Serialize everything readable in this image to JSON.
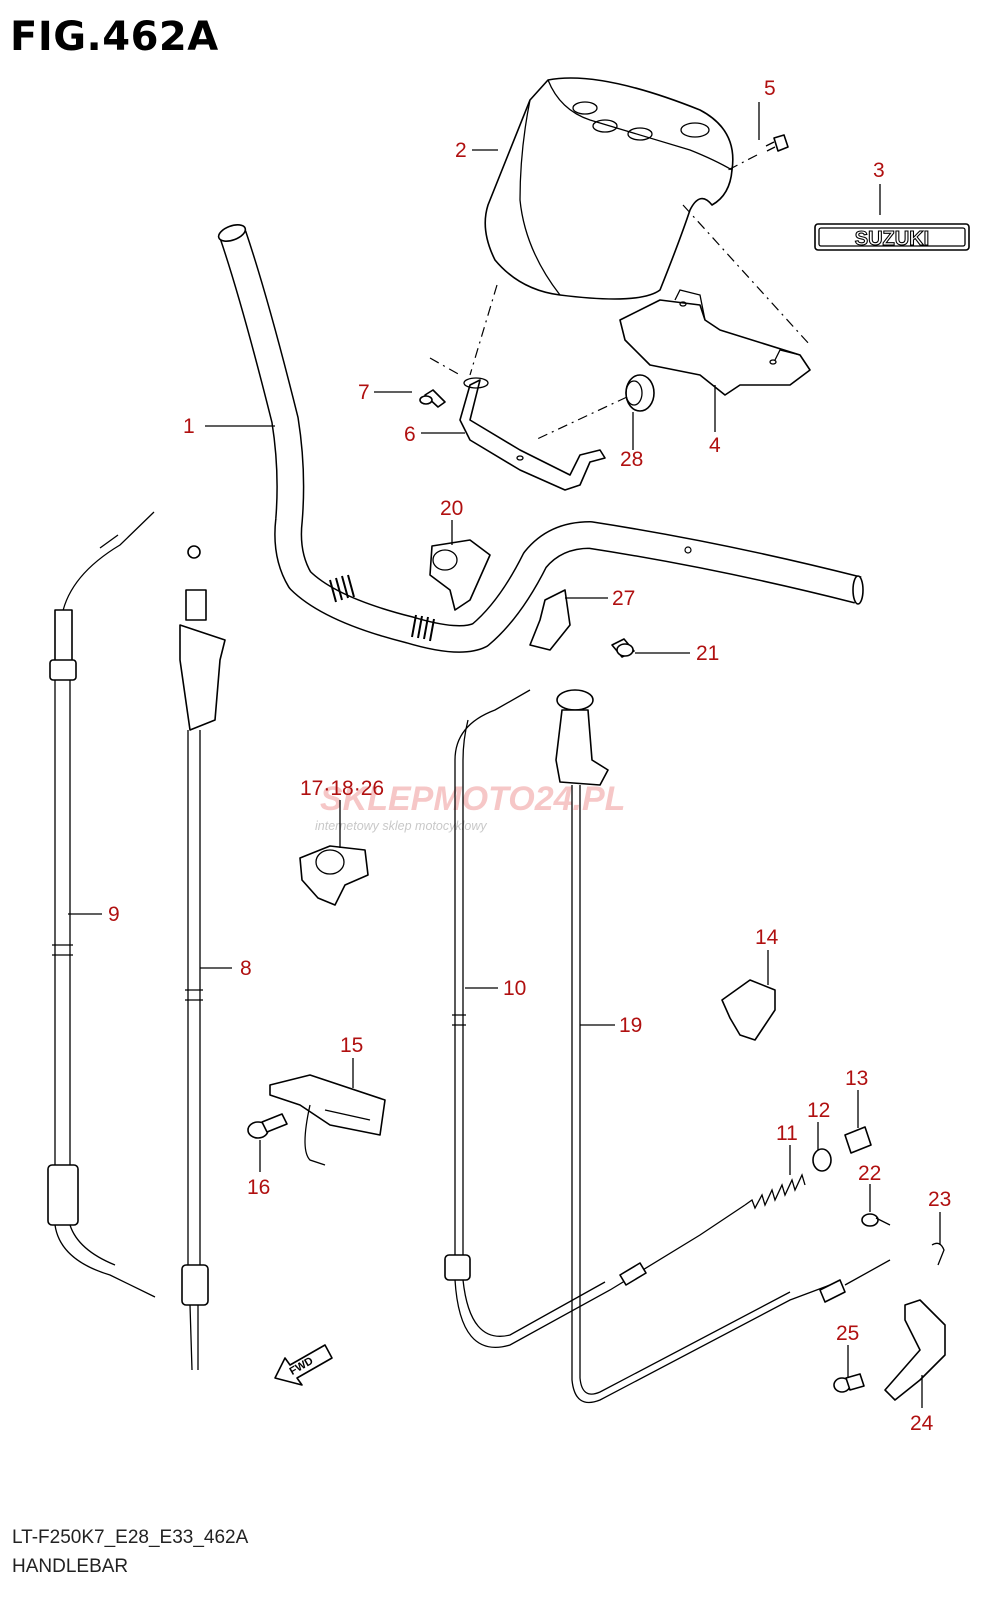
{
  "figure": {
    "title": "FIG.462A",
    "code": "LT-F250K7_E28_E33_462A",
    "name": "HANDLEBAR"
  },
  "logo_text": "SUZUKI",
  "watermark": {
    "brand": "SKLEPMOTO24.PL",
    "tagline": "internetowy sklep motocyklowy"
  },
  "fwd_label": "FWD",
  "labels": {
    "p1": "1",
    "p2": "2",
    "p3": "3",
    "p4": "4",
    "p5": "5",
    "p6": "6",
    "p7": "7",
    "p8": "8",
    "p9": "9",
    "p10": "10",
    "p11": "11",
    "p12": "12",
    "p13": "13",
    "p14": "14",
    "p15": "15",
    "p16": "16",
    "p17": "17·18·26",
    "p19": "19",
    "p20": "20",
    "p21": "21",
    "p22": "22",
    "p23": "23",
    "p24": "24",
    "p25": "25",
    "p27": "27",
    "p28": "28"
  },
  "colors": {
    "label": "#b01010",
    "line": "#000000",
    "watermark": "#ef9a9a"
  }
}
